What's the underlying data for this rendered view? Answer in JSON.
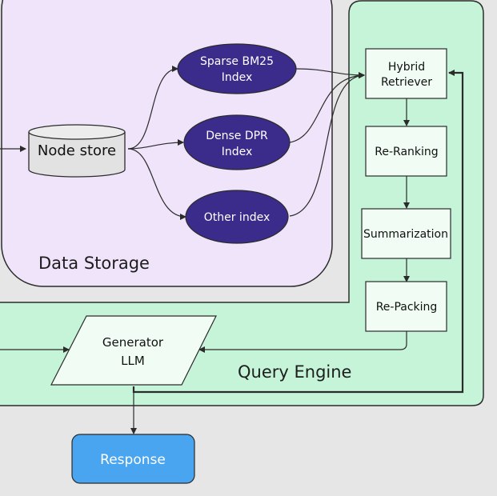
{
  "labels": {
    "data_storage": "Data Storage",
    "query_engine": "Query Engine"
  },
  "nodes": {
    "node_store": "Node store",
    "sparse_l1": "Sparse BM25",
    "sparse_l2": "Index",
    "dense_l1": "Dense DPR",
    "dense_l2": "Index",
    "other_index": "Other index",
    "hybrid_l1": "Hybrid",
    "hybrid_l2": "Retriever",
    "reranking": "Re-Ranking",
    "summarization": "Summarization",
    "repacking": "Re-Packing",
    "generator_l1": "Generator",
    "generator_l2": "LLM",
    "response": "Response"
  },
  "colors": {
    "background": "#e6e6e6",
    "data_storage_fill": "#efe4fa",
    "query_engine_fill": "#c6f4d9",
    "index_fill": "#3b2c8c",
    "step_fill": "#f1fdf4",
    "response_fill": "#4aa5f0",
    "node_store_fill": "#e2e2e2",
    "stroke": "#2b2b2b"
  }
}
